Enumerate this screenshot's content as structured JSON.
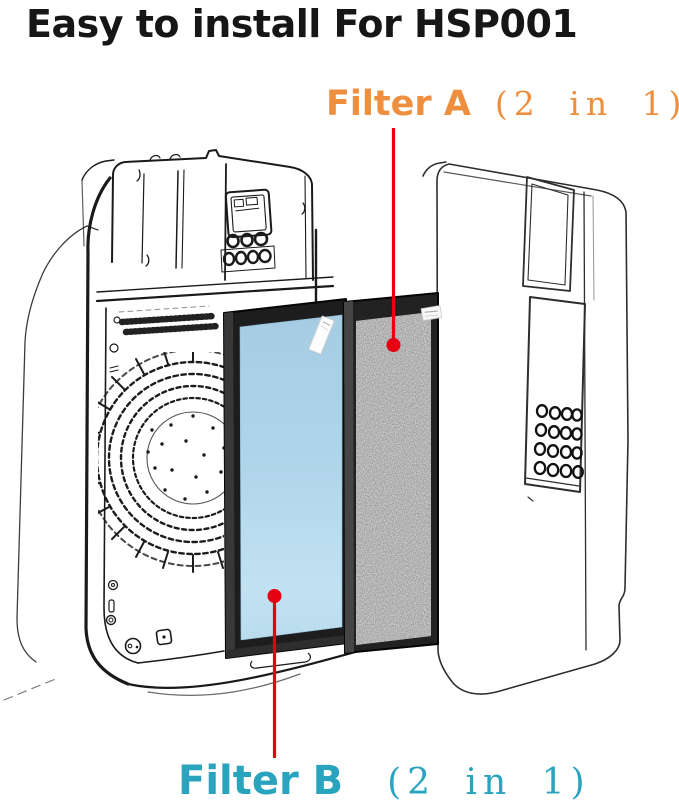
{
  "title": "Easy to install For HSP001",
  "callouts": {
    "filter_a": {
      "name": "Filter A",
      "qualifier": "(2 in 1)",
      "color": "#ED8F3E"
    },
    "filter_b": {
      "name": "Filter B",
      "qualifier": "(2 in 1)",
      "color": "#2AA4BE"
    }
  },
  "colors": {
    "title_text": "#161616",
    "leader_red": "#E60012",
    "filter_b_media_blue": "#AACFE6",
    "filter_a_media_gray": "#C8C8C8",
    "filter_frame_black": "#1D1D1D",
    "line_art": "#1A1A1A",
    "background": "#FFFFFF"
  },
  "illustration": {
    "parts": [
      "purifier-front-slab",
      "purifier-body-back-view",
      "control-panel-module",
      "display-screen",
      "control-buttons",
      "air-vent-slots",
      "fan-grille",
      "filter-b-panel",
      "filter-a-panel",
      "back-cover-panel",
      "vent-holes-grid",
      "leader-line-filter-a",
      "leader-line-filter-b"
    ]
  }
}
